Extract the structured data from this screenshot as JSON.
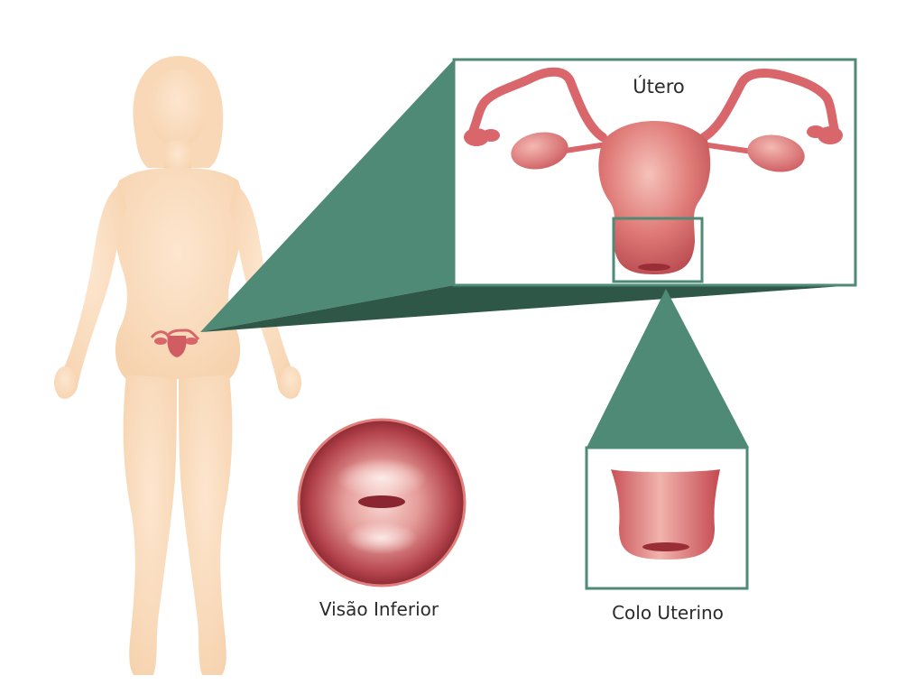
{
  "labels": {
    "uterus": "Útero",
    "inferior_view": "Visão Inferior",
    "cervix": "Colo Uterino"
  },
  "colors": {
    "skin": "#fadfc2",
    "callout_green": "#4e8a76",
    "callout_green_dark": "#2f5748",
    "organ_red": "#d9666a",
    "organ_dark": "#9a2e36",
    "highlight": "#f7c9c5"
  }
}
